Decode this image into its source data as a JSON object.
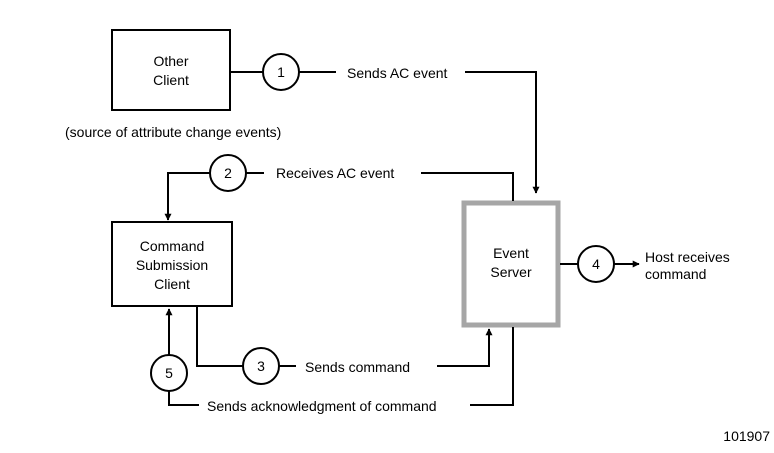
{
  "nodes": {
    "other_client": {
      "line1": "Other",
      "line2": "Client"
    },
    "command_client": {
      "line1": "Command",
      "line2": "Submission",
      "line3": "Client"
    },
    "event_server": {
      "line1": "Event",
      "line2": "Server",
      "border_color": "#a6a6a6"
    }
  },
  "notes": {
    "source": "(source of attribute change events)"
  },
  "steps": [
    {
      "number": "1",
      "label": "Sends AC event"
    },
    {
      "number": "2",
      "label": "Receives AC event"
    },
    {
      "number": "3",
      "label": "Sends command"
    },
    {
      "number": "4",
      "label": "Host receives",
      "label2": "command"
    },
    {
      "number": "5",
      "label": "Sends acknowledgment of command"
    }
  ],
  "figure_id": "101907"
}
